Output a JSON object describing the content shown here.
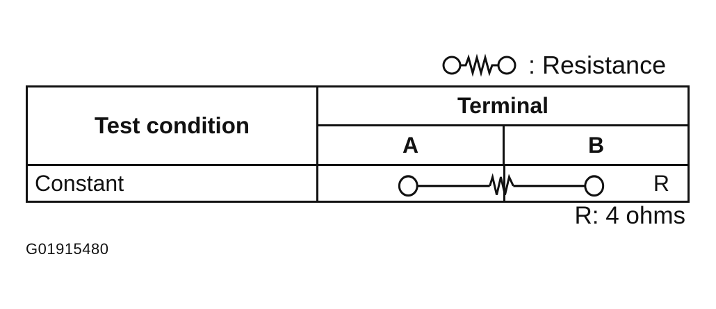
{
  "legend": {
    "symbol_icon": "resistance-symbol-icon",
    "text": ": Resistance"
  },
  "table": {
    "header_condition": "Test condition",
    "header_terminal": "Terminal",
    "terminals": [
      "A",
      "B"
    ],
    "rows": [
      {
        "condition": "Constant",
        "connection": "resistance",
        "mark": "R"
      }
    ]
  },
  "note": "R: 4 ohms",
  "figure_id": "G01915480",
  "colors": {
    "ink": "#111111",
    "background": "#ffffff"
  }
}
